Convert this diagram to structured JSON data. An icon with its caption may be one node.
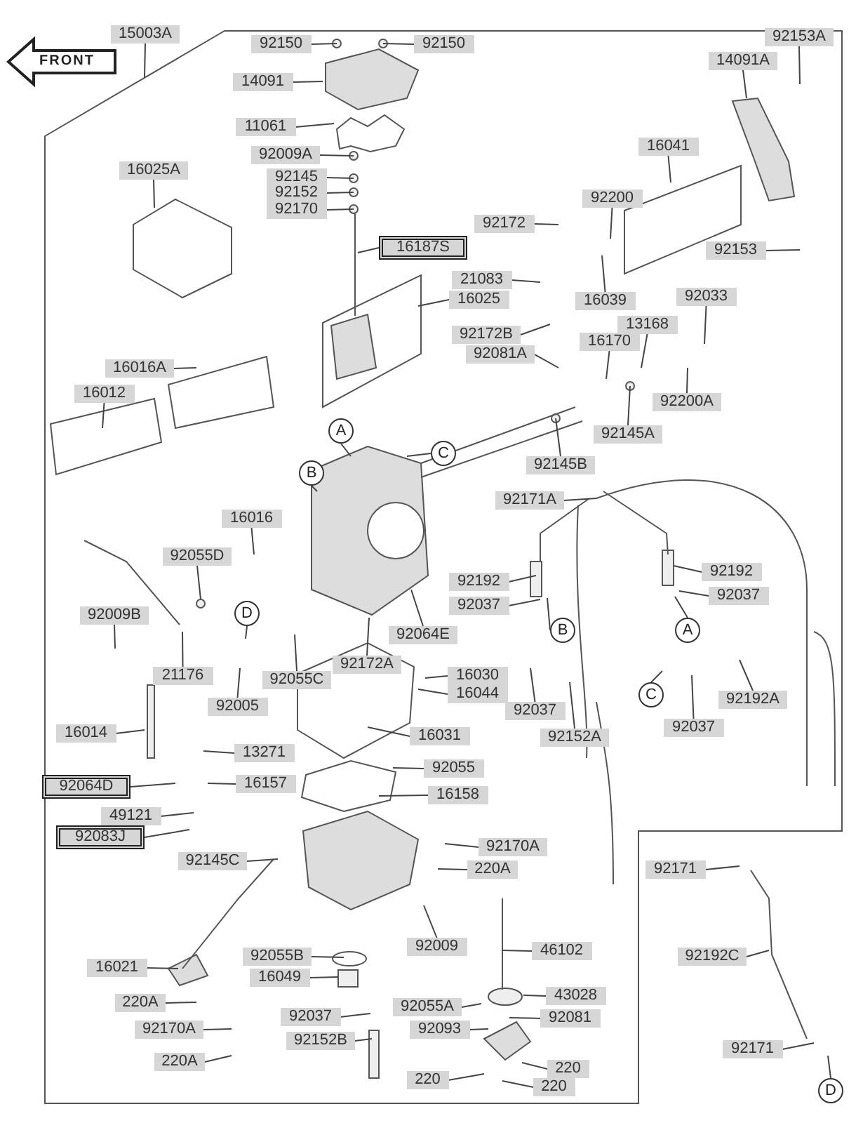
{
  "diagram": {
    "nodes": [
      {
        "text": [
          "15003A"
        ]
      },
      {
        "text": [
          "92150"
        ]
      },
      {
        "text": [
          "92150"
        ]
      },
      {
        "text": [
          "14091"
        ]
      },
      {
        "text": [
          "11061"
        ]
      },
      {
        "text": [
          "92009A"
        ]
      },
      {
        "text": [
          "92145"
        ]
      },
      {
        "text": [
          "92152"
        ]
      },
      {
        "text": [
          "92170"
        ]
      },
      {
        "text": [
          "16187S"
        ]
      },
      {
        "text": [
          "16025A"
        ]
      },
      {
        "text": [
          "16025"
        ]
      },
      {
        "text": [
          "92153A"
        ]
      },
      {
        "text": [
          "14091A"
        ]
      },
      {
        "text": [
          "16041"
        ]
      },
      {
        "text": [
          "92200"
        ]
      },
      {
        "text": [
          "92172"
        ]
      },
      {
        "text": [
          "21083"
        ]
      },
      {
        "text": [
          "16039"
        ]
      },
      {
        "text": [
          "92153"
        ]
      },
      {
        "text": [
          "92033"
        ]
      },
      {
        "text": [
          "92172B"
        ]
      },
      {
        "text": [
          "92081A"
        ]
      },
      {
        "text": [
          "13168"
        ]
      },
      {
        "text": [
          "16170"
        ]
      },
      {
        "text": [
          "92200A"
        ]
      },
      {
        "text": [
          "92145A"
        ]
      },
      {
        "text": [
          "92145B"
        ]
      },
      {
        "text": [
          "16016A"
        ]
      },
      {
        "text": [
          "16012"
        ]
      },
      {
        "text": [
          "16016"
        ]
      },
      {
        "text": [
          "92055D"
        ]
      },
      {
        "text": [
          "92009B"
        ]
      },
      {
        "text": [
          "21176"
        ]
      },
      {
        "text": [
          "D"
        ]
      },
      {
        "text": [
          "A"
        ]
      },
      {
        "text": [
          "B"
        ]
      },
      {
        "text": [
          "C"
        ]
      },
      {
        "text": [
          "92064E"
        ]
      },
      {
        "text": [
          "92172A"
        ]
      },
      {
        "text": [
          "92055C"
        ]
      },
      {
        "text": [
          "92005"
        ]
      },
      {
        "text": [
          "16014"
        ]
      },
      {
        "text": [
          "16031"
        ]
      },
      {
        "text": [
          "16030"
        ]
      },
      {
        "text": [
          "16044"
        ]
      },
      {
        "text": [
          "92037"
        ]
      },
      {
        "text": [
          "92152A"
        ]
      },
      {
        "text": [
          "B"
        ]
      },
      {
        "text": [
          "92171A"
        ]
      },
      {
        "text": [
          "92192"
        ]
      },
      {
        "text": [
          "92037"
        ]
      },
      {
        "text": [
          "92192"
        ]
      },
      {
        "text": [
          "92037"
        ]
      },
      {
        "text": [
          "A"
        ]
      },
      {
        "text": [
          "C"
        ]
      },
      {
        "text": [
          "92037"
        ]
      },
      {
        "text": [
          "92192A"
        ]
      },
      {
        "text": [
          "13271"
        ]
      },
      {
        "text": [
          "92064D"
        ]
      },
      {
        "text": [
          "16157"
        ]
      },
      {
        "text": [
          "49121"
        ]
      },
      {
        "text": [
          "92083J"
        ]
      },
      {
        "text": [
          "92145C"
        ]
      },
      {
        "text": [
          "92055"
        ]
      },
      {
        "text": [
          "16158"
        ]
      },
      {
        "text": [
          "92170A"
        ]
      },
      {
        "text": [
          "220A"
        ]
      },
      {
        "text": [
          "92009"
        ]
      },
      {
        "text": [
          "46102"
        ]
      },
      {
        "text": [
          "92055B"
        ]
      },
      {
        "text": [
          "16049"
        ]
      },
      {
        "text": [
          "16021"
        ]
      },
      {
        "text": [
          "220A"
        ]
      },
      {
        "text": [
          "92055A"
        ]
      },
      {
        "text": [
          "43028"
        ]
      },
      {
        "text": [
          "92081"
        ]
      },
      {
        "text": [
          "92170A"
        ]
      },
      {
        "text": [
          "92037"
        ]
      },
      {
        "text": [
          "92093"
        ]
      },
      {
        "text": [
          "92152B"
        ]
      },
      {
        "text": [
          "220A"
        ]
      },
      {
        "text": [
          "220"
        ]
      },
      {
        "text": [
          "220"
        ]
      },
      {
        "text": [
          "220"
        ]
      },
      {
        "text": [
          "92171"
        ]
      },
      {
        "text": [
          "92192C"
        ]
      },
      {
        "text": [
          "92171"
        ]
      },
      {
        "text": [
          "D"
        ]
      }
    ],
    "edges": [
      {
        "from": 0,
        "to": null,
        "arrow": "none"
      },
      {
        "from": 1,
        "to": null,
        "arrow": "none"
      },
      {
        "from": 2,
        "to": null,
        "arrow": "none"
      },
      {
        "from": 3,
        "to": null,
        "arrow": "none"
      },
      {
        "from": 4,
        "to": null,
        "arrow": "none"
      },
      {
        "from": 5,
        "to": null,
        "arrow": "none"
      },
      {
        "from": 6,
        "to": null,
        "arrow": "none"
      },
      {
        "from": 7,
        "to": null,
        "arrow": "none"
      },
      {
        "from": 8,
        "to": null,
        "arrow": "none"
      },
      {
        "from": 9,
        "to": null,
        "arrow": "none"
      },
      {
        "from": 10,
        "to": null,
        "arrow": "none"
      },
      {
        "from": 11,
        "to": null,
        "arrow": "none"
      },
      {
        "from": 12,
        "to": null,
        "arrow": "none"
      },
      {
        "from": 13,
        "to": null,
        "arrow": "none"
      },
      {
        "from": 14,
        "to": null,
        "arrow": "none"
      },
      {
        "from": 15,
        "to": null,
        "arrow": "none"
      },
      {
        "from": 16,
        "to": null,
        "arrow": "none"
      },
      {
        "from": 17,
        "to": null,
        "arrow": "none"
      },
      {
        "from": 18,
        "to": null,
        "arrow": "none"
      },
      {
        "from": 19,
        "to": null,
        "arrow": "none"
      },
      {
        "from": 20,
        "to": null,
        "arrow": "none"
      },
      {
        "from": 21,
        "to": null,
        "arrow": "none"
      },
      {
        "from": 22,
        "to": null,
        "arrow": "none"
      },
      {
        "from": 23,
        "to": null,
        "arrow": "none"
      },
      {
        "from": 24,
        "to": null,
        "arrow": "none"
      },
      {
        "from": 25,
        "to": null,
        "arrow": "none"
      },
      {
        "from": 26,
        "to": null,
        "arrow": "none"
      },
      {
        "from": 27,
        "to": null,
        "arrow": "none"
      },
      {
        "from": 28,
        "to": null,
        "arrow": "none"
      },
      {
        "from": 29,
        "to": null,
        "arrow": "none"
      },
      {
        "from": 30,
        "to": null,
        "arrow": "none"
      },
      {
        "from": 31,
        "to": null,
        "arrow": "none"
      },
      {
        "from": 32,
        "to": null,
        "arrow": "none"
      },
      {
        "from": 33,
        "to": null,
        "arrow": "none"
      },
      {
        "from": 34,
        "to": null,
        "arrow": "none"
      },
      {
        "from": 35,
        "to": null,
        "arrow": "none"
      },
      {
        "from": 36,
        "to": null,
        "arrow": "none"
      },
      {
        "from": 37,
        "to": null,
        "arrow": "none"
      },
      {
        "from": 38,
        "to": null,
        "arrow": "none"
      },
      {
        "from": 39,
        "to": null,
        "arrow": "none"
      },
      {
        "from": 40,
        "to": null,
        "arrow": "none"
      },
      {
        "from": 41,
        "to": null,
        "arrow": "none"
      },
      {
        "from": 42,
        "to": null,
        "arrow": "none"
      },
      {
        "from": 43,
        "to": null,
        "arrow": "none"
      },
      {
        "from": 44,
        "to": null,
        "arrow": "none"
      },
      {
        "from": 45,
        "to": null,
        "arrow": "none"
      },
      {
        "from": 46,
        "to": null,
        "arrow": "none"
      },
      {
        "from": 47,
        "to": null,
        "arrow": "none"
      },
      {
        "from": 48,
        "to": null,
        "arrow": "none"
      },
      {
        "from": 49,
        "to": null,
        "arrow": "none"
      },
      {
        "from": 50,
        "to": null,
        "arrow": "none"
      },
      {
        "from": 51,
        "to": null,
        "arrow": "none"
      },
      {
        "from": 52,
        "to": null,
        "arrow": "none"
      },
      {
        "from": 53,
        "to": null,
        "arrow": "none"
      },
      {
        "from": 54,
        "to": null,
        "arrow": "none"
      },
      {
        "from": 55,
        "to": null,
        "arrow": "none"
      },
      {
        "from": 56,
        "to": null,
        "arrow": "none"
      },
      {
        "from": 57,
        "to": null,
        "arrow": "none"
      },
      {
        "from": 58,
        "to": null,
        "arrow": "none"
      },
      {
        "from": 59,
        "to": null,
        "arrow": "none"
      },
      {
        "from": 60,
        "to": null,
        "arrow": "none"
      },
      {
        "from": 61,
        "to": null,
        "arrow": "none"
      },
      {
        "from": 62,
        "to": null,
        "arrow": "none"
      },
      {
        "from": 63,
        "to": null,
        "arrow": "none"
      },
      {
        "from": 64,
        "to": null,
        "arrow": "none"
      },
      {
        "from": 65,
        "to": null,
        "arrow": "none"
      },
      {
        "from": 66,
        "to": null,
        "arrow": "none"
      },
      {
        "from": 67,
        "to": null,
        "arrow": "none"
      },
      {
        "from": 68,
        "to": null,
        "arrow": "none"
      },
      {
        "from": 69,
        "to": null,
        "arrow": "none"
      },
      {
        "from": 70,
        "to": null,
        "arrow": "none"
      },
      {
        "from": 71,
        "to": null,
        "arrow": "none"
      },
      {
        "from": 72,
        "to": null,
        "arrow": "none"
      },
      {
        "from": 73,
        "to": null,
        "arrow": "none"
      },
      {
        "from": 74,
        "to": null,
        "arrow": "none"
      },
      {
        "from": 75,
        "to": null,
        "arrow": "none"
      },
      {
        "from": 76,
        "to": null,
        "arrow": "none"
      },
      {
        "from": 77,
        "to": null,
        "arrow": "none"
      },
      {
        "from": 78,
        "to": null,
        "arrow": "none"
      },
      {
        "from": 79,
        "to": null,
        "arrow": "none"
      },
      {
        "from": 80,
        "to": null,
        "arrow": "none"
      },
      {
        "from": 81,
        "to": null,
        "arrow": "none"
      },
      {
        "from": 82,
        "to": null,
        "arrow": "none"
      },
      {
        "from": 83,
        "to": null,
        "arrow": "none"
      },
      {
        "from": 84,
        "to": null,
        "arrow": "none"
      },
      {
        "from": 85,
        "to": null,
        "arrow": "none"
      },
      {
        "from": 86,
        "to": null,
        "arrow": "none"
      },
      {
        "from": 87,
        "to": null,
        "arrow": "none"
      },
      {
        "from": 88,
        "to": null,
        "arrow": "none"
      }
    ],
    "labels": [
      "FRONT"
    ]
  }
}
